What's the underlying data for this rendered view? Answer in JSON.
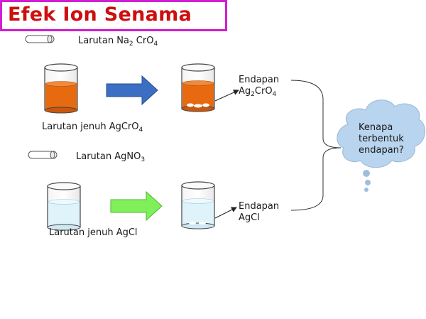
{
  "title": "Efek Ion Senama",
  "top": {
    "reagent_label": {
      "pre": "Larutan Na",
      "sub": "2",
      "post": " CrO",
      "sub2": "4"
    },
    "solution_label": {
      "pre": "Larutan jenuh AgCrO",
      "sub": "4"
    },
    "precipitate_label_line1": "Endapan",
    "precipitate_label_line2": {
      "pre": "Ag",
      "sub": "2",
      "post": "CrO",
      "sub2": "4"
    }
  },
  "bottom": {
    "reagent_label": {
      "pre": "Larutan AgNO",
      "sub": "3"
    },
    "solution_label": "Larutan jenuh AgCl",
    "precipitate_label_line1": "Endapan",
    "precipitate_label_line2": "AgCl"
  },
  "question": {
    "line1": "Kenapa",
    "line2": "terbentuk",
    "line3": "endapan?"
  },
  "colors": {
    "title_text": "#cc1010",
    "title_border": "#d21ed2",
    "orange_liquid": "#e86a10",
    "pale_blue_liquid": "#dff3fb",
    "blue_arrow": "#3b6fc4",
    "green_arrow": "#7ff05a",
    "cloud": "#b8d4ee"
  },
  "icons": [
    "test-tube-icon",
    "beaker-icon",
    "arrow-right-icon",
    "cloud-icon"
  ]
}
